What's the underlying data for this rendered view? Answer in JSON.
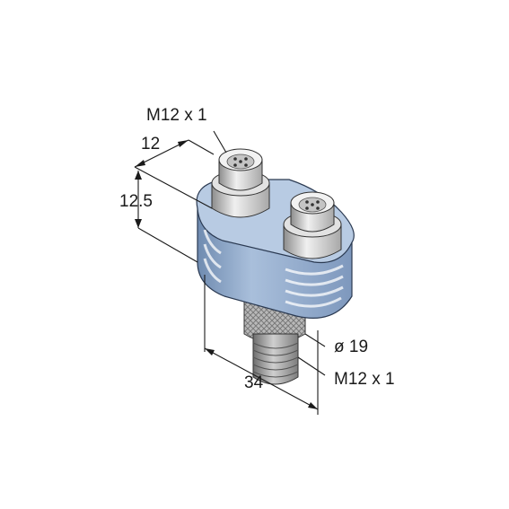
{
  "drawing": {
    "title": "",
    "labels": {
      "thread_top": "M12 x 1",
      "width_top": "12",
      "height_top": "12.5",
      "diameter": "ø 19",
      "length_bottom": "34",
      "thread_bottom": "M12 x 1"
    },
    "colors": {
      "body": "#8fa9c8",
      "body_dark": "#6f8bb0",
      "metal": "#d4d4d4",
      "metal_dark": "#9a9a9a",
      "knurl": "#a7a7a7",
      "line": "#1a1a1a"
    }
  }
}
